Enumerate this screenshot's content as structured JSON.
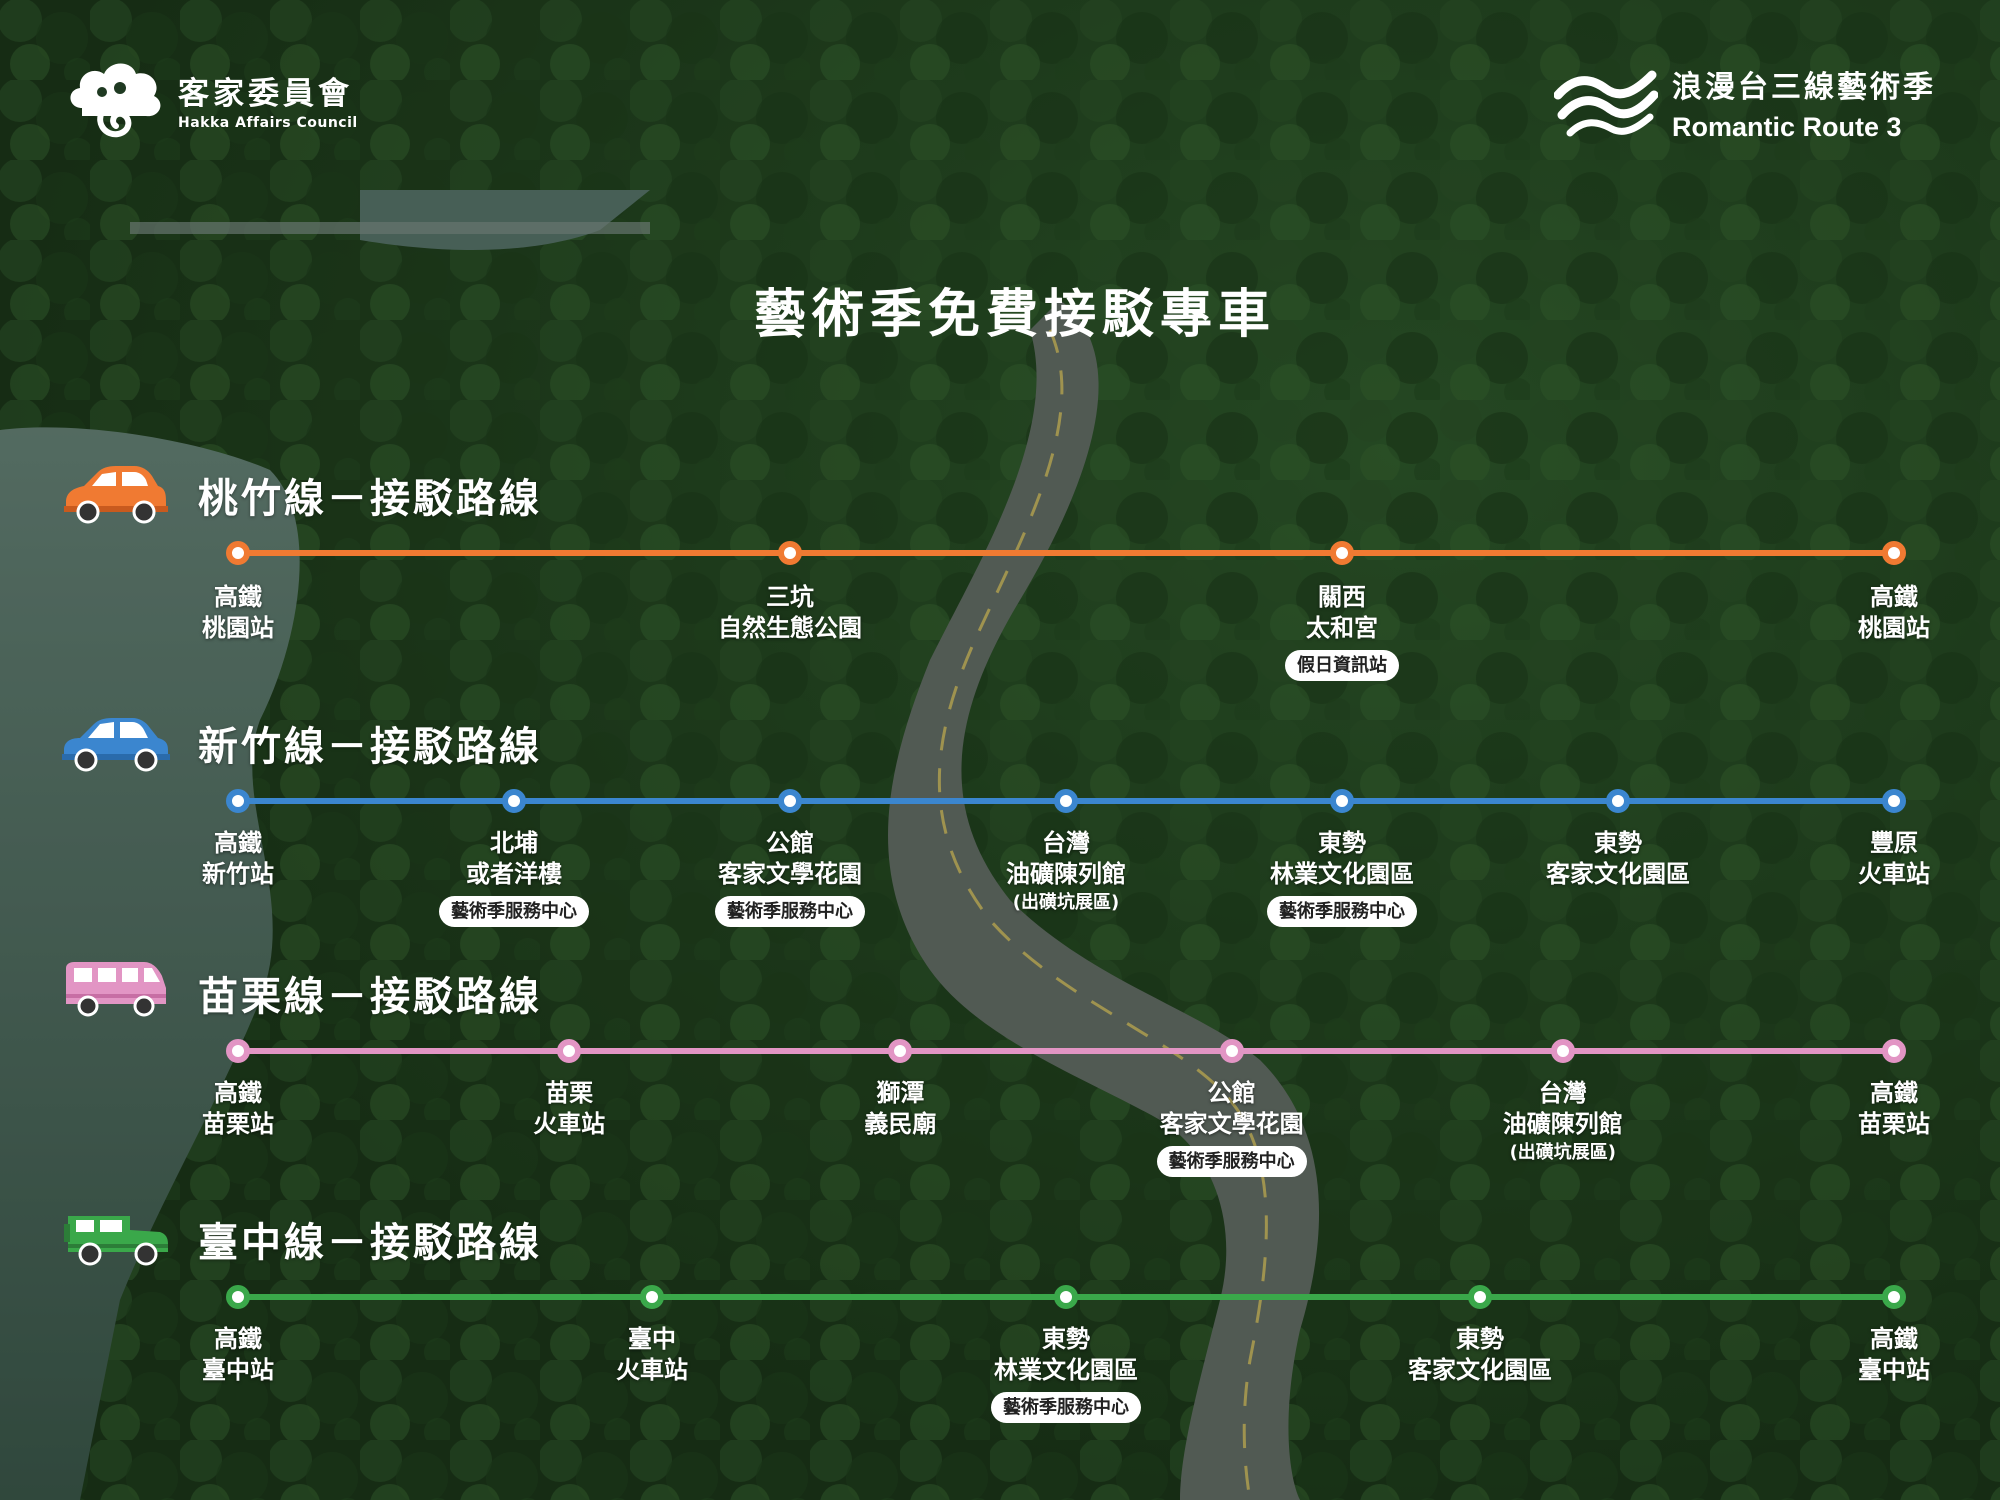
{
  "header": {
    "org_zh": "客家委員會",
    "org_en": "Hakka Affairs Council",
    "festival_zh": "浪漫台三線藝術季",
    "festival_en": "Romantic Route 3"
  },
  "title": "藝術季免費接駁專車",
  "colors": {
    "taoyuan": "#f07a32",
    "hsinchu": "#3b86cf",
    "miaoli": "#e295c4",
    "taichung": "#3aa84a"
  },
  "routes": [
    {
      "title": "桃竹線－接駁路線",
      "vehicle_icon": "orange-car-icon",
      "stops": [
        {
          "lines": [
            "高鐵",
            "桃園站"
          ]
        },
        {
          "lines": [
            "三坑",
            "自然生態公園"
          ]
        },
        {
          "lines": [
            "關西",
            "太和宮"
          ],
          "badge": "假日資訊站"
        },
        {
          "lines": [
            "高鐵",
            "桃園站"
          ]
        }
      ]
    },
    {
      "title": "新竹線－接駁路線",
      "vehicle_icon": "blue-car-icon",
      "stops": [
        {
          "lines": [
            "高鐵",
            "新竹站"
          ]
        },
        {
          "lines": [
            "北埔",
            "或者洋樓"
          ],
          "badge": "藝術季服務中心"
        },
        {
          "lines": [
            "公館",
            "客家文學花園"
          ],
          "badge": "藝術季服務中心"
        },
        {
          "lines": [
            "台灣",
            "油礦陳列館"
          ],
          "note": "(出磺坑展區)"
        },
        {
          "lines": [
            "東勢",
            "林業文化園區"
          ],
          "badge": "藝術季服務中心"
        },
        {
          "lines": [
            "東勢",
            "客家文化園區"
          ]
        },
        {
          "lines": [
            "豐原",
            "火車站"
          ]
        }
      ]
    },
    {
      "title": "苗栗線－接駁路線",
      "vehicle_icon": "pink-van-icon",
      "stops": [
        {
          "lines": [
            "高鐵",
            "苗栗站"
          ]
        },
        {
          "lines": [
            "苗栗",
            "火車站"
          ]
        },
        {
          "lines": [
            "獅潭",
            "義民廟"
          ]
        },
        {
          "lines": [
            "公館",
            "客家文學花園"
          ],
          "badge": "藝術季服務中心"
        },
        {
          "lines": [
            "台灣",
            "油礦陳列館"
          ],
          "note": "(出磺坑展區)"
        },
        {
          "lines": [
            "高鐵",
            "苗栗站"
          ]
        }
      ]
    },
    {
      "title": "臺中線－接駁路線",
      "vehicle_icon": "green-jeep-icon",
      "stops": [
        {
          "lines": [
            "高鐵",
            "臺中站"
          ]
        },
        {
          "lines": [
            "臺中",
            "火車站"
          ]
        },
        {
          "lines": [
            "東勢",
            "林業文化園區"
          ],
          "badge": "藝術季服務中心"
        },
        {
          "lines": [
            "東勢",
            "客家文化園區"
          ]
        },
        {
          "lines": [
            "高鐵",
            "臺中站"
          ]
        }
      ]
    }
  ]
}
